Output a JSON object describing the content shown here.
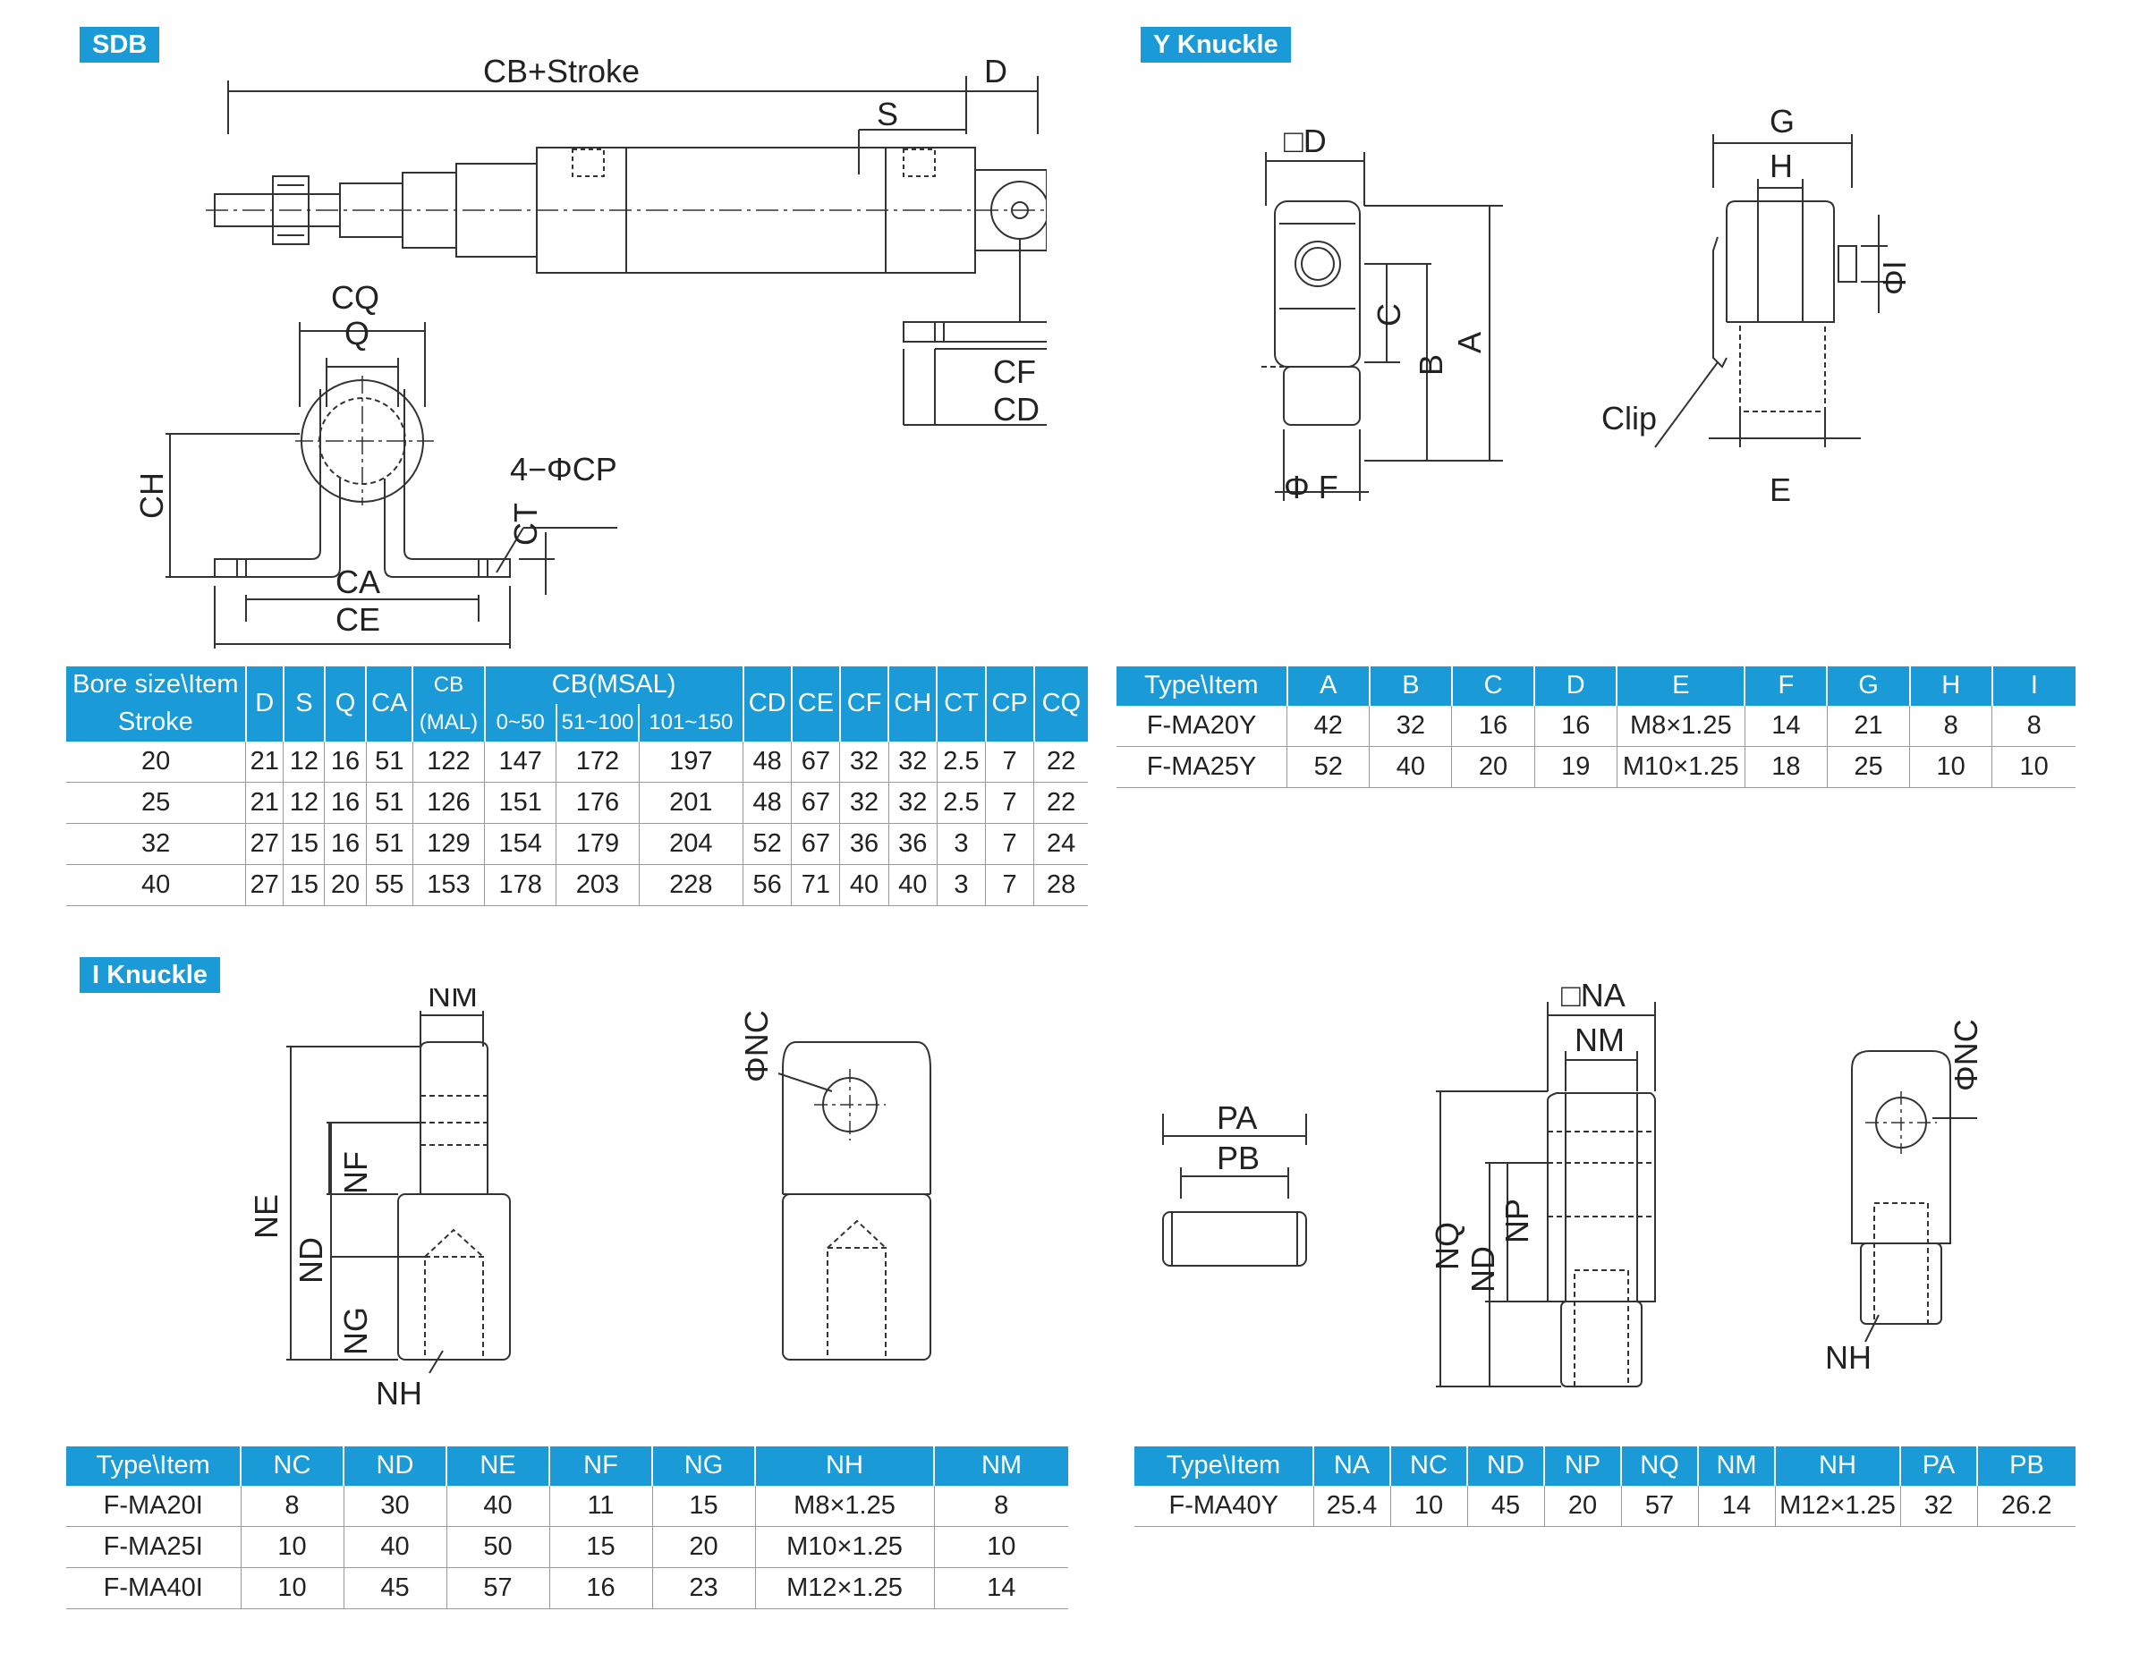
{
  "sections": {
    "sdb": "SDB",
    "y_knuckle": "Y Knuckle",
    "i_knuckle": "I Knuckle"
  },
  "sdb_drawing": {
    "cb_stroke": "CB+Stroke",
    "d": "D",
    "s": "S",
    "cq": "CQ",
    "q": "Q",
    "cf": "CF",
    "cd": "CD",
    "cp": "4−ΦCP",
    "ch": "CH",
    "ct": "CT",
    "ca": "CA",
    "ce": "CE"
  },
  "y_drawing": {
    "d": "□D",
    "c": "C",
    "b": "B",
    "a": "A",
    "f": "Φ F",
    "g": "G",
    "h": "H",
    "i": "ΦI",
    "clip": "Clip",
    "e": "E"
  },
  "i_drawing": {
    "nm": "NM",
    "ne": "NE",
    "nf": "NF",
    "nd": "ND",
    "ng": "NG",
    "nh": "NH",
    "nc": "ΦNC"
  },
  "y40_drawing": {
    "pa": "PA",
    "pb": "PB",
    "na": "□NA",
    "nm": "NM",
    "nq": "NQ",
    "nd": "ND",
    "np": "NP",
    "nc": "ΦNC",
    "nh": "NH"
  },
  "sdb_table": {
    "h_bore": "Bore size\\Item",
    "h_stroke": "Stroke",
    "h_d": "D",
    "h_s": "S",
    "h_q": "Q",
    "h_ca": "CA",
    "h_cb": "CB",
    "h_mal": "(MAL)",
    "h_cbmsal": "CB(MSAL)",
    "h_r1": "0~50",
    "h_r2": "51~100",
    "h_r3": "101~150",
    "h_cd": "CD",
    "h_ce": "CE",
    "h_cf": "CF",
    "h_ch": "CH",
    "h_ct": "CT",
    "h_cp": "CP",
    "h_cq": "CQ",
    "rows": [
      [
        "20",
        "21",
        "12",
        "16",
        "51",
        "122",
        "147",
        "172",
        "197",
        "48",
        "67",
        "32",
        "32",
        "2.5",
        "7",
        "22"
      ],
      [
        "25",
        "21",
        "12",
        "16",
        "51",
        "126",
        "151",
        "176",
        "201",
        "48",
        "67",
        "32",
        "32",
        "2.5",
        "7",
        "22"
      ],
      [
        "32",
        "27",
        "15",
        "16",
        "51",
        "129",
        "154",
        "179",
        "204",
        "52",
        "67",
        "36",
        "36",
        "3",
        "7",
        "24"
      ],
      [
        "40",
        "27",
        "15",
        "20",
        "55",
        "153",
        "178",
        "203",
        "228",
        "56",
        "71",
        "40",
        "40",
        "3",
        "7",
        "28"
      ]
    ]
  },
  "y_table": {
    "headers": [
      "Type\\Item",
      "A",
      "B",
      "C",
      "D",
      "E",
      "F",
      "G",
      "H",
      "I"
    ],
    "rows": [
      [
        "F-MA20Y",
        "42",
        "32",
        "16",
        "16",
        "M8×1.25",
        "14",
        "21",
        "8",
        "8"
      ],
      [
        "F-MA25Y",
        "52",
        "40",
        "20",
        "19",
        "M10×1.25",
        "18",
        "25",
        "10",
        "10"
      ]
    ]
  },
  "i_table": {
    "headers": [
      "Type\\Item",
      "NC",
      "ND",
      "NE",
      "NF",
      "NG",
      "NH",
      "NM"
    ],
    "rows": [
      [
        "F-MA20I",
        "8",
        "30",
        "40",
        "11",
        "15",
        "M8×1.25",
        "8"
      ],
      [
        "F-MA25I",
        "10",
        "40",
        "50",
        "15",
        "20",
        "M10×1.25",
        "10"
      ],
      [
        "F-MA40I",
        "10",
        "45",
        "57",
        "16",
        "23",
        "M12×1.25",
        "14"
      ]
    ]
  },
  "y40_table": {
    "headers": [
      "Type\\Item",
      "NA",
      "NC",
      "ND",
      "NP",
      "NQ",
      "NM",
      "NH",
      "PA",
      "PB"
    ],
    "rows": [
      [
        "F-MA40Y",
        "25.4",
        "10",
        "45",
        "20",
        "57",
        "14",
        "M12×1.25",
        "32",
        "26.2"
      ]
    ]
  }
}
